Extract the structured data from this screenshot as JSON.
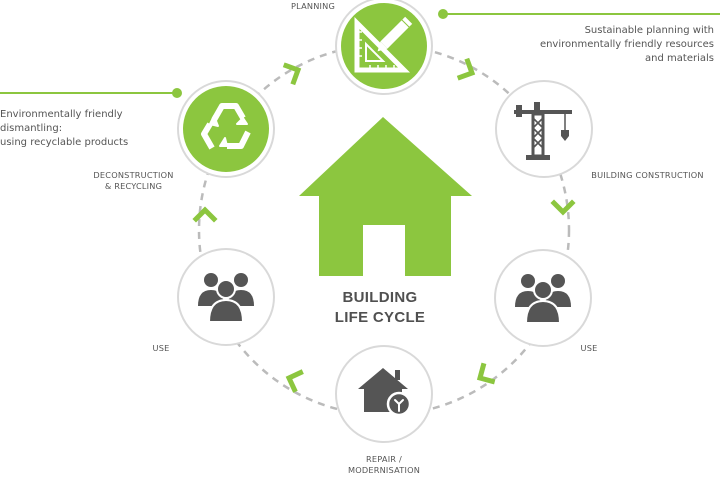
{
  "diagram": {
    "title": "BUILDING\nLIFE CYCLE",
    "colors": {
      "accent": "#8cc63f",
      "icon": "#555555",
      "ring": "#bbbbbb",
      "circle_border": "#d9d9d9"
    },
    "stages": [
      {
        "id": "planning",
        "label": "PLANNING",
        "icon": "triangle-ruler-pencil-icon"
      },
      {
        "id": "construction",
        "label": "BUILDING CONSTRUCTION",
        "icon": "crane-icon"
      },
      {
        "id": "use-right",
        "label": "USE",
        "icon": "people-group-icon"
      },
      {
        "id": "repair",
        "label": "REPAIR /\nMODERNISATION",
        "icon": "house-wrench-icon"
      },
      {
        "id": "use-left",
        "label": "USE",
        "icon": "people-group-icon"
      },
      {
        "id": "deconstruction",
        "label": "DECONSTRUCTION\n& RECYCLING",
        "icon": "recycle-icon"
      }
    ],
    "notes": {
      "planning": "Sustainable planning with\nenvironmentally friendly resources\nand materials",
      "deconstruction": "Environmentally friendly\ndismantling:\nusing recyclable products"
    }
  }
}
